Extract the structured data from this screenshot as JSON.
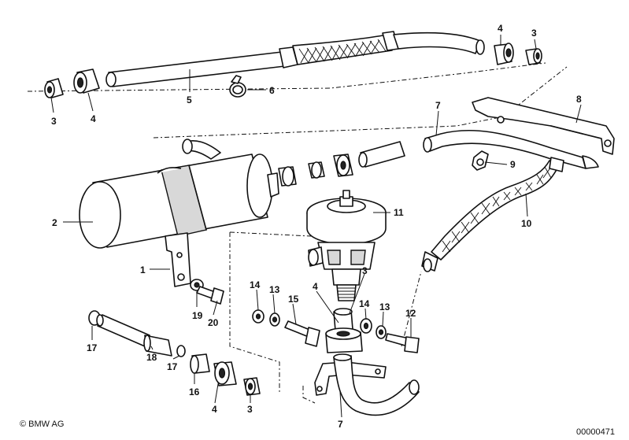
{
  "footer": {
    "copyright": "© BMW AG",
    "diagram_number": "00000471"
  },
  "callouts": {
    "c1": "1",
    "c2": "2",
    "c3a": "3",
    "c3b": "3",
    "c3c": "3",
    "c3d": "3",
    "c4a": "4",
    "c4b": "4",
    "c4c": "4",
    "c4d": "4",
    "c5": "5",
    "c6": "6",
    "c7a": "7",
    "c7b": "7",
    "c8": "8",
    "c9": "9",
    "c10": "10",
    "c11": "11",
    "c12": "12",
    "c13a": "13",
    "c13b": "13",
    "c14a": "14",
    "c14b": "14",
    "c15": "15",
    "c16": "16",
    "c17a": "17",
    "c17b": "17",
    "c18": "18",
    "c19": "19",
    "c20": "20"
  }
}
